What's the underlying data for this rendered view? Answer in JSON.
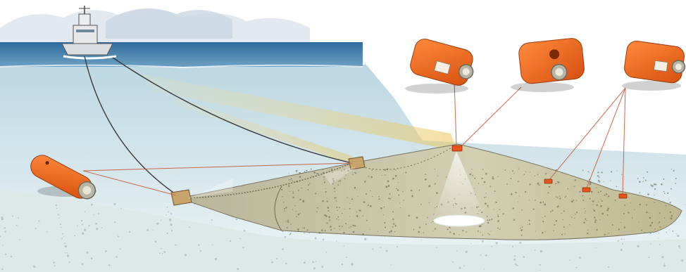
{
  "colors": {
    "sensor_orange": "#f06a1c",
    "sensor_dark": "#c9470b",
    "sea_top": "#3f7cae",
    "water": "#cfe3ea",
    "beam_yellow": "#f2d98a",
    "net_fill": "#c9c6a4",
    "cable": "#3a3a3a",
    "cable_red": "#d9573a",
    "seabed": "#d8e6e4"
  },
  "icons": {
    "vessel": "trawler-ship-icon",
    "sensor": "trawl-sensor-icon",
    "door": "trawl-door-icon"
  },
  "sensors": {
    "floating_sensor": "torpedo-sensor",
    "headrope_sensor": "box-sensor",
    "center_sensor": "box-sensor",
    "catch_sensor": "box-sensor"
  }
}
